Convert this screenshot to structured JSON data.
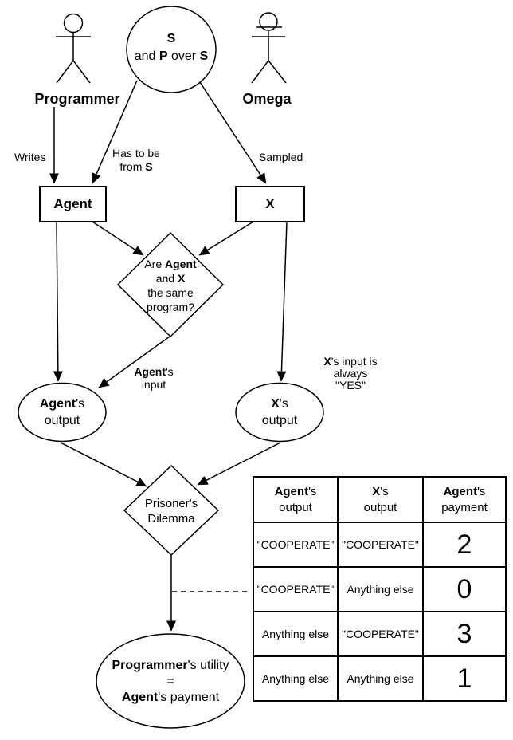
{
  "diagram": {
    "actors": {
      "programmer_label": "Programmer",
      "omega_label": "Omega"
    },
    "space_node": {
      "line1_s": "S",
      "line2_and": "and ",
      "line2_p": "P",
      "line2_over": " over ",
      "line2_s": "S"
    },
    "edge_labels": {
      "writes": "Writes",
      "has_to_be_line1": "Has to be",
      "has_to_be_line2_pre": "from ",
      "has_to_be_line2_s": "S",
      "sampled": "Sampled",
      "agents_input_bold": "Agent",
      "agents_input_rest": "'s",
      "agents_input_line2": "input",
      "x_input_bold": "X",
      "x_input_rest": "'s input is",
      "x_input_line2": "always",
      "x_input_line3": "\"YES\""
    },
    "nodes": {
      "agent_box_label": "Agent",
      "x_box_label": "X",
      "same_program": {
        "line1_pre": "Are ",
        "line1_bold": "Agent",
        "line2_pre": "and ",
        "line2_bold": "X",
        "line3": "the same",
        "line4": "program?"
      },
      "agent_output": {
        "bold": "Agent",
        "rest": "'s",
        "line2": "output"
      },
      "x_output": {
        "bold": "X",
        "rest": "'s",
        "line2": "output"
      },
      "prisoners_dilemma": {
        "line1": "Prisoner's",
        "line2": "Dilemma"
      },
      "utility": {
        "bold1": "Programmer",
        "rest1": "'s utility",
        "line2": "=",
        "bold2": "Agent",
        "rest2": "'s payment"
      }
    }
  },
  "payoff_table": {
    "headers": [
      {
        "bold": "Agent",
        "rest": "'s",
        "line2": "output"
      },
      {
        "bold": "X",
        "rest": "'s",
        "line2": "output"
      },
      {
        "bold": "Agent",
        "rest": "'s",
        "line2": "payment"
      }
    ],
    "rows": [
      {
        "agent_output": "\"COOPERATE\"",
        "x_output": "\"COOPERATE\"",
        "payment": "2"
      },
      {
        "agent_output": "\"COOPERATE\"",
        "x_output": "Anything else",
        "payment": "0"
      },
      {
        "agent_output": "Anything else",
        "x_output": "\"COOPERATE\"",
        "payment": "3"
      },
      {
        "agent_output": "Anything else",
        "x_output": "Anything else",
        "payment": "1"
      }
    ]
  },
  "colors": {
    "line": "#000000",
    "background": "#ffffff",
    "text": "#000000"
  }
}
